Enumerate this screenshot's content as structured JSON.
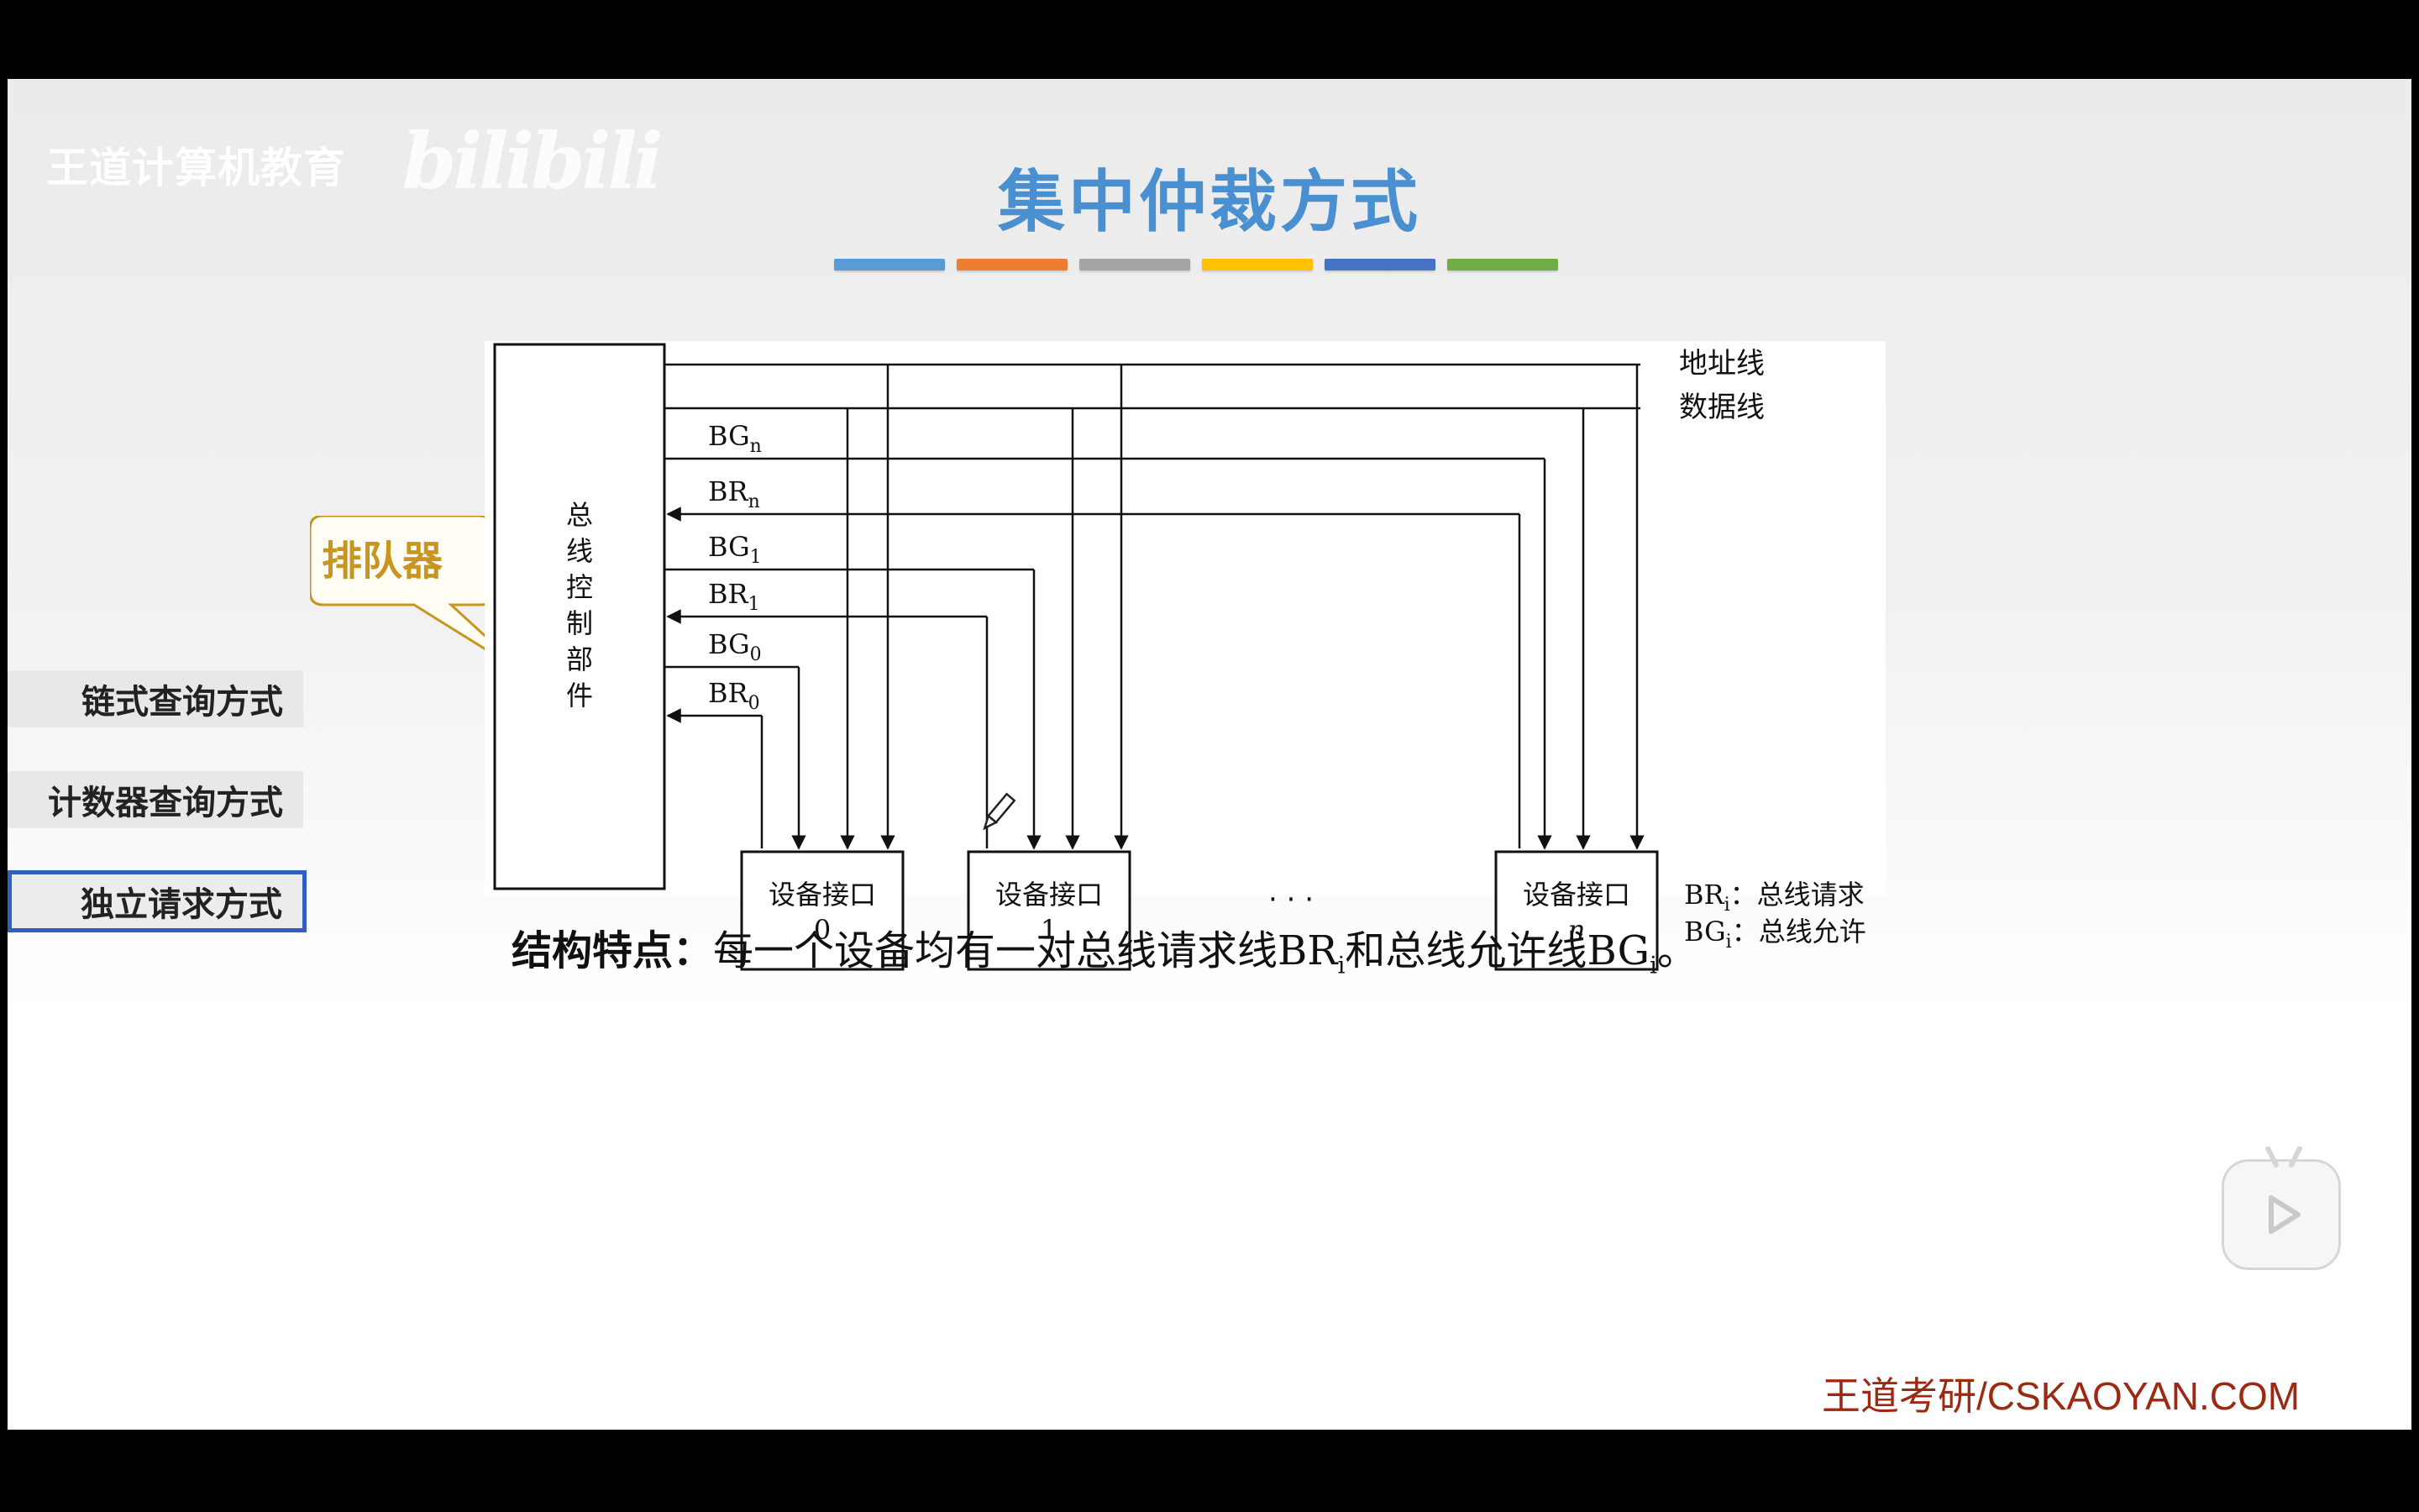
{
  "watermark": {
    "org_text": "王道计算机教育",
    "logo_text": "bilibili"
  },
  "slide": {
    "title": "集中仲裁方式",
    "title_color": "#4a8fd0",
    "color_bars": [
      "#5b9bd5",
      "#ed7d31",
      "#a5a5a5",
      "#ffc000",
      "#4472c4",
      "#70ad47"
    ]
  },
  "nav": {
    "items": [
      {
        "label": "链式查询方式",
        "active": false
      },
      {
        "label": "计数器查询方式",
        "active": false
      },
      {
        "label": "独立请求方式",
        "active": true
      }
    ],
    "active_border_color": "#2f5fbf"
  },
  "diagram": {
    "controller_label": [
      "总",
      "线",
      "控",
      "制",
      "部",
      "件"
    ],
    "callout_label": "排队器",
    "callout_color": "#c8961e",
    "bus_lines": {
      "address": "地址线",
      "data": "数据线"
    },
    "signals": {
      "bg_n": {
        "base": "BG",
        "sub": "n"
      },
      "br_n": {
        "base": "BR",
        "sub": "n"
      },
      "bg_1": {
        "base": "BG",
        "sub": "1"
      },
      "br_1": {
        "base": "BR",
        "sub": "1"
      },
      "bg_0": {
        "base": "BG",
        "sub": "0"
      },
      "br_0": {
        "base": "BR",
        "sub": "0"
      }
    },
    "devices": [
      {
        "title": "设备接口",
        "index": "0"
      },
      {
        "title": "设备接口",
        "index": "1"
      },
      {
        "title": "设备接口",
        "index": "n"
      }
    ],
    "ellipsis": "· · ·",
    "legend": [
      {
        "base": "BR",
        "sub": "i",
        "desc": "总线请求"
      },
      {
        "base": "BG",
        "sub": "i",
        "desc": "总线允许"
      }
    ],
    "legend_sep": "：",
    "icons": [
      "pencil-icon"
    ]
  },
  "feature": {
    "label": "结构特点：",
    "text_before": "每一个设备均有一对总线请求线",
    "code1": "BR",
    "sub1": "i",
    "text_mid": "和总线允许线",
    "code2": "BG",
    "sub2": "i",
    "text_end": "。"
  },
  "footer": {
    "brand": "王道考研/CSKAOYAN.COM",
    "brand_color": "#9c2a12"
  },
  "player": {
    "icon": "play-icon"
  }
}
